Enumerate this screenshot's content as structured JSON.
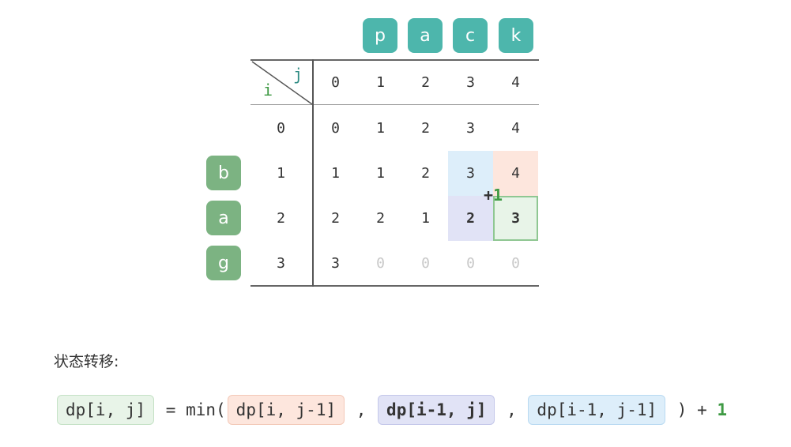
{
  "word_top": [
    "p",
    "a",
    "c",
    "k"
  ],
  "word_left": [
    "b",
    "a",
    "g"
  ],
  "header_corner": {
    "j": "j",
    "i": "i"
  },
  "col_headers": [
    "0",
    "1",
    "2",
    "3",
    "4"
  ],
  "row_headers": [
    "0",
    "1",
    "2",
    "3"
  ],
  "table": [
    [
      "0",
      "1",
      "2",
      "3",
      "4"
    ],
    [
      "1",
      "1",
      "2",
      "3",
      "4"
    ],
    [
      "2",
      "2",
      "1",
      "2",
      "3"
    ],
    [
      "3",
      "0",
      "0",
      "0",
      "0"
    ]
  ],
  "plus_one_label": {
    "plus": "+",
    "one": "1"
  },
  "state_transition_label": "状态转移:",
  "formula": {
    "lhs": "dp[i, j]",
    "eq_min": " = min(",
    "term1": "dp[i, j-1]",
    "sep": " , ",
    "term2": "dp[i-1, j]",
    "term3": "dp[i-1, j-1]",
    "close": " ) + ",
    "plus_value": "1"
  },
  "colors": {
    "teal": "#4db6ac",
    "green": "#7cb382",
    "highlight_red": "#fde6dd",
    "highlight_purple": "#e1e3f6",
    "highlight_blue": "#ddeefa",
    "highlight_green": "#e8f4e8"
  }
}
